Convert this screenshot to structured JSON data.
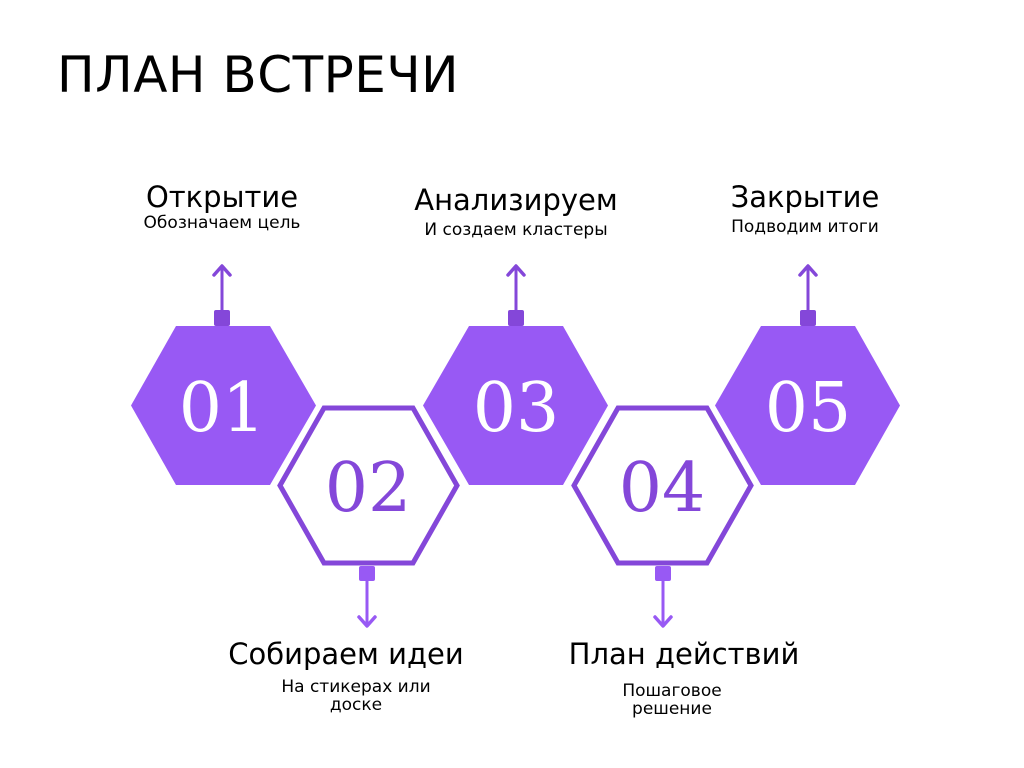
{
  "title": "ПЛАН ВСТРЕЧИ",
  "colors": {
    "fill": "#9859F4",
    "stroke": "#8447D9",
    "connector": "#8447D9",
    "number_on_fill": "#FFFFFF",
    "number_on_outline": "#8447D9",
    "text": "#000000",
    "background": "#FFFFFF"
  },
  "steps": [
    {
      "number": "01",
      "title": "Открытие",
      "subtitle": "Обозначаем цель",
      "style": "filled",
      "arrow": "up"
    },
    {
      "number": "02",
      "title": "Собираем идеи",
      "subtitle": "На стикерах или доске",
      "style": "outline",
      "arrow": "down"
    },
    {
      "number": "03",
      "title": "Анализируем",
      "subtitle": "И создаем кластеры",
      "style": "filled",
      "arrow": "up"
    },
    {
      "number": "04",
      "title": "План действий",
      "subtitle": "Пошаговое решение",
      "style": "outline",
      "arrow": "down"
    },
    {
      "number": "05",
      "title": "Закрытие",
      "subtitle": "Подводим итоги",
      "style": "filled",
      "arrow": "up"
    }
  ]
}
